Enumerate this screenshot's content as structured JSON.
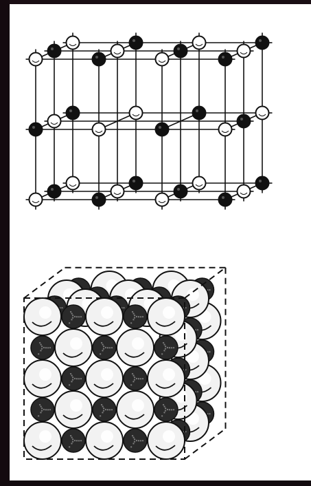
{
  "colors": {
    "ink": "#111111",
    "paper": "#ffffff",
    "background": "#1a0e14",
    "small_ion_fill": "#2a2a2a",
    "large_ion_fill": "#f2f2f2"
  },
  "figures": [
    {
      "id": "ball-and-stick-lattice",
      "style": "ball-and-stick",
      "ion_types": [
        "solid",
        "hollow"
      ]
    },
    {
      "id": "space-filling-model",
      "style": "space-filling",
      "ion_types": [
        "small-dark",
        "large-light"
      ]
    }
  ]
}
